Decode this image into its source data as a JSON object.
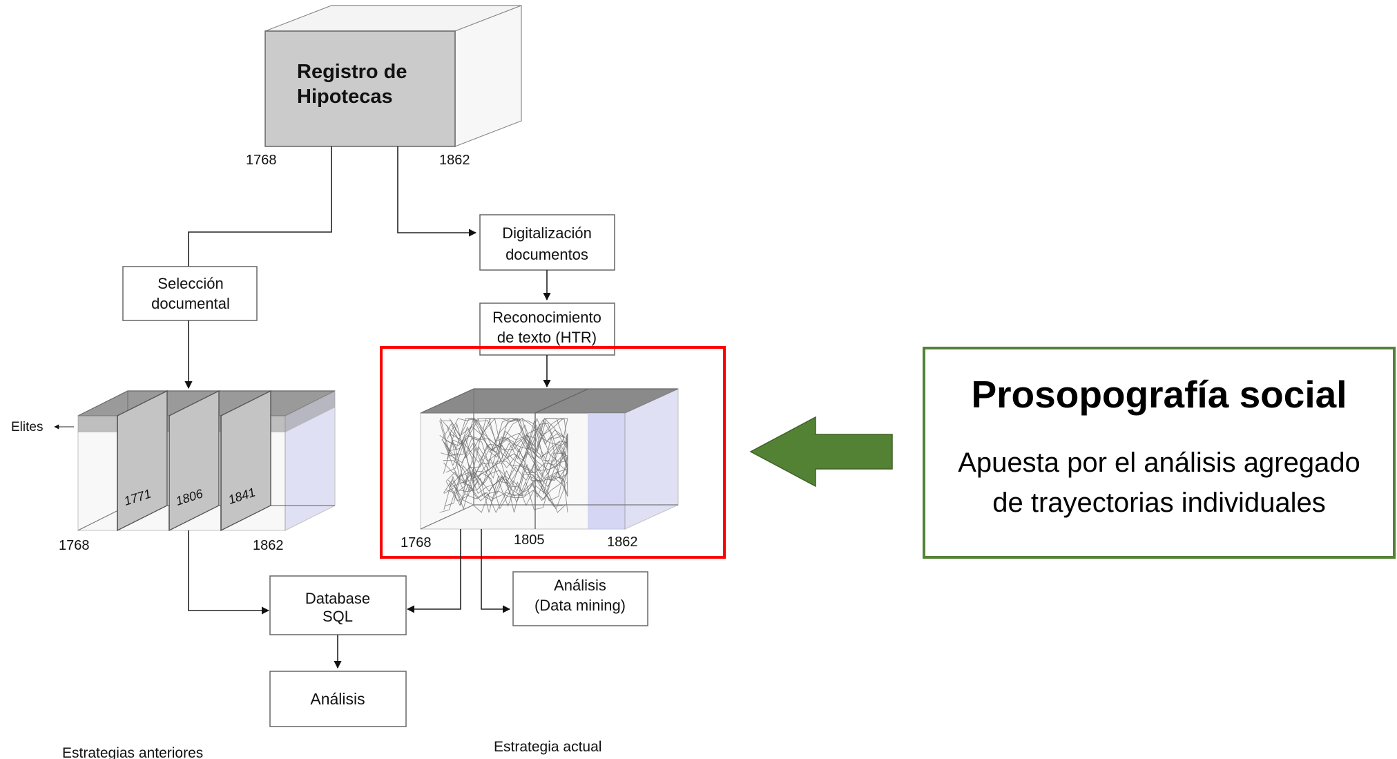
{
  "registro": {
    "line1": "Registro de",
    "line2": "Hipotecas",
    "year_start": "1768",
    "year_end": "1862"
  },
  "left_flow": {
    "seleccion": {
      "line1": "Selección",
      "line2": "documental"
    },
    "elites": "Elites",
    "slice_years": [
      "1771",
      "1806",
      "1841"
    ],
    "year_start": "1768",
    "year_end": "1862",
    "footer": "Estrategias anteriores"
  },
  "right_flow": {
    "digitalizacion": {
      "line1": "Digitalización",
      "line2": "documentos"
    },
    "reconocimiento": {
      "line1": "Reconocimiento",
      "line2": "de texto (HTR)"
    },
    "year_start": "1768",
    "year_mid": "1805",
    "year_end": "1862",
    "footer": "Estrategia actual"
  },
  "database": {
    "line1": "Database",
    "line2": "SQL"
  },
  "analisis": "Análisis",
  "data_mining": {
    "line1": "Análisis",
    "line2": "(Data mining)"
  },
  "panel": {
    "title": "Prosopografía social",
    "body_line1": "Apuesta por el análisis agregado",
    "body_line2": "de trayectorias individuales"
  },
  "colors": {
    "highlight_frame": "#ff0000",
    "arrow": "#548235",
    "panel_border": "#548235"
  }
}
